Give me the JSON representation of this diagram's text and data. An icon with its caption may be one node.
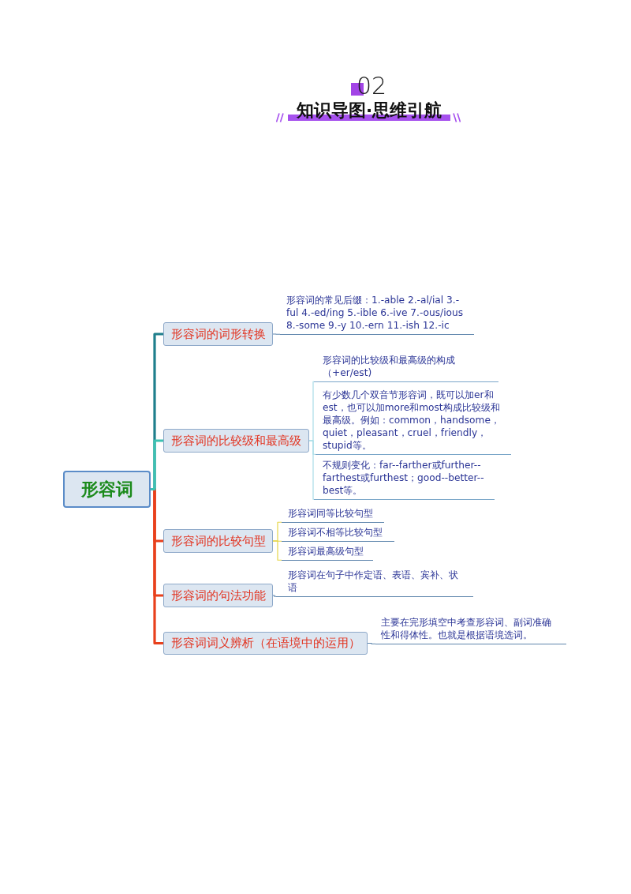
{
  "diagram": {
    "title": "知识导图·思维引航",
    "nodes": [
      {
        "text": [
          "形容词"
        ]
      },
      {
        "text": [
          "形容词的词形转换"
        ]
      },
      {
        "text": [
          "形容词的比较级和最高级"
        ]
      },
      {
        "text": [
          "形容词的比较句型"
        ]
      },
      {
        "text": [
          "形容词的句法功能"
        ]
      },
      {
        "text": [
          "形容词词义辨析（在语境中的运用）"
        ]
      },
      {
        "text": [
          "形容词的常见后缀：1.-able 2.-al/ial 3.-ful 4.-ed/ing 5.-ible 6.-ive 7.-ous/ious 8.-some 9.-y 10.-ern 11.-ish 12.-ic"
        ]
      },
      {
        "text": [
          "形容词的比较级和最高级的构成（+er/est)"
        ]
      },
      {
        "text": [
          "有少数几个双音节形容词，既可以加er和est，也可以加more和most构成比较级和最高级。例如：common，handsome，quiet，pleasant，cruel，friendly，stupid等。"
        ]
      },
      {
        "text": [
          "不规则变化：far--farther或further--farthest或furthest；good--better--best等。"
        ]
      },
      {
        "text": [
          "形容词同等比较句型"
        ]
      },
      {
        "text": [
          "形容词不相等比较句型"
        ]
      },
      {
        "text": [
          "形容词最高级句型"
        ]
      },
      {
        "text": [
          "形容词在句子中作定语、表语、宾补、状语"
        ]
      },
      {
        "text": [
          "主要在完形填空中考查形容词、副词准确性和得体性。也就是根据语境选词。"
        ]
      }
    ],
    "edges": [
      {
        "from": 0,
        "to": 1,
        "arrow": "none",
        "style": "thick",
        "color": "#1f7f8c"
      },
      {
        "from": 0,
        "to": 2,
        "arrow": "none",
        "style": "thick",
        "color": "#3cc2b2"
      },
      {
        "from": 0,
        "to": 3,
        "arrow": "none",
        "style": "thick",
        "color": "#e8401c"
      },
      {
        "from": 0,
        "to": 4,
        "arrow": "none",
        "style": "thick",
        "color": "#e8401c"
      },
      {
        "from": 0,
        "to": 5,
        "arrow": "none",
        "style": "thick",
        "color": "#e8401c"
      },
      {
        "from": 1,
        "to": 6,
        "arrow": "none",
        "color": "#5f86ad"
      },
      {
        "from": 2,
        "to": 7,
        "arrow": "none",
        "color": "#a9dde8"
      },
      {
        "from": 2,
        "to": 8,
        "arrow": "none",
        "color": "#a9dde8"
      },
      {
        "from": 2,
        "to": 9,
        "arrow": "none",
        "color": "#a9dde8"
      },
      {
        "from": 3,
        "to": 10,
        "arrow": "none",
        "color": "#e6d64a"
      },
      {
        "from": 3,
        "to": 11,
        "arrow": "none",
        "color": "#e6d64a"
      },
      {
        "from": 3,
        "to": 12,
        "arrow": "none",
        "color": "#e6d64a"
      },
      {
        "from": 4,
        "to": 13,
        "arrow": "none",
        "color": "#5f86ad"
      },
      {
        "from": 5,
        "to": 14,
        "arrow": "none",
        "color": "#5f86ad"
      }
    ],
    "labels": [
      "02"
    ]
  }
}
